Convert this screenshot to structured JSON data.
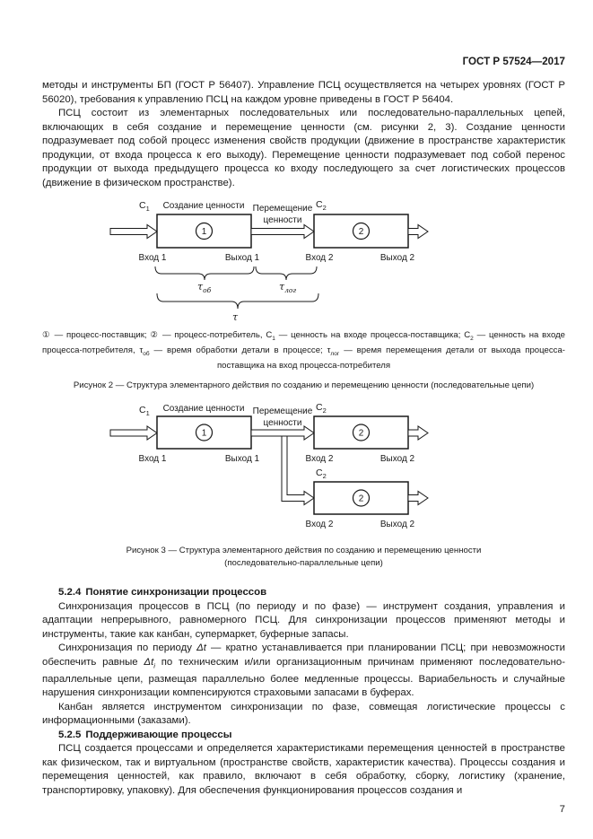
{
  "page": {
    "header": "ГОСТ Р 57524—2017",
    "number": "7",
    "theme": {
      "text_color": "#1a1a1a",
      "background_color": "#ffffff"
    }
  },
  "intro": {
    "p1": "методы и инструменты БП (ГОСТ Р 56407). Управление ПСЦ осуществляется на четырех уровнях (ГОСТ Р 56020), требования к управлению ПСЦ на каждом уровне приведены в ГОСТ Р 56404.",
    "p2": "ПСЦ состоит из элементарных последовательных или последовательно-параллельных цепей, включающих в себя создание и перемещение ценности (см. рисунки 2, 3). Создание ценности подразумевает под собой процесс изменения свойств продукции (движение в пространстве характеристик продукции, от входа процесса к его выходу). Перемещение ценности подразумевает под собой перенос продукции от выхода предыдущего процесса ко входу последующего за счет логистических процессов (движение в физическом пространстве)."
  },
  "figure2": {
    "c": "C",
    "c1_sub": "1",
    "c2_sub": "2",
    "creation_label": "Создание ценности",
    "movement_label_line1": "Перемещение",
    "movement_label_line2": "ценности",
    "process1": "1",
    "process2": "2",
    "input1": "Вход 1",
    "output1": "Выход 1",
    "input2": "Вход 2",
    "output2": "Выход 2",
    "tau": "τ",
    "tau_ob_sub": "об",
    "tau_log_sub": "лог",
    "caption": "Рисунок 2 — Структура элементарного действия по созданию и перемещению ценности (последовательные цепи)"
  },
  "legend": {
    "s1": "① — процесс-поставщик; ② — процесс-потребитель, C",
    "s1_sub": "1",
    "s2": " — ценность на входе процесса-поставщика; C",
    "s2_sub": "2",
    "s3": " — ценность на входе процесса-потребителя, τ",
    "s3_sub": "об",
    "s4": " — время обработки детали в процессе; τ",
    "s4_sub": "лог",
    "s5": " — время перемещения детали от выхода процесса-поставщика на вход процесса-потребителя"
  },
  "figure3": {
    "c": "C",
    "c1_sub": "1",
    "c2_sub": "2",
    "creation_label": "Создание ценности",
    "movement_label_line1": "Перемещение",
    "movement_label_line2": "ценности",
    "process1": "1",
    "process2": "2",
    "input1": "Вход 1",
    "output1": "Выход 1",
    "input2": "Вход 2",
    "output2": "Выход 2",
    "caption_line1": "Рисунок 3 — Структура элементарного действия по созданию и перемещению ценности",
    "caption_line2": "(последовательно-параллельные цепи)"
  },
  "section_5_2_4": {
    "number": "5.2.4",
    "title": "Понятие синхронизации процессов",
    "p1": "Синхронизация процессов в ПСЦ (по периоду и по фазе) — инструмент создания, управления и адаптации непрерывного, равномерного ПСЦ. Для синхронизации процессов применяют методы и инструменты, такие как канбан, супермаркет, буферные запасы.",
    "p2": {
      "a": "Синхронизация по периоду ",
      "dt1": "Δt",
      "b": " — кратно устанавливается при планировании ПСЦ; при невозможности обеспечить равные ",
      "dt2": "Δt",
      "dt2_sub": "i",
      "c": " по техническим и/или организационным причинам применяют последовательно-параллельные цепи, размещая параллельно более медленные процессы. Вариабельность и случайные нарушения синхронизации компенсируются страховыми запасами в буферах."
    },
    "p3": "Канбан является инструментом синхронизации по фазе, совмещая логистические процессы с информационными (заказами)."
  },
  "section_5_2_5": {
    "number": "5.2.5",
    "title": "Поддерживающие процессы",
    "p1": "ПСЦ создается процессами и определяется характеристиками перемещения ценностей в пространстве как физическом, так и виртуальном (пространстве свойств, характеристик качества). Процессы создания и перемещения ценностей, как правило, включают в себя обработку, сборку, логистику (хранение, транспортировку, упаковку). Для обеспечения функционирования процессов создания и"
  }
}
